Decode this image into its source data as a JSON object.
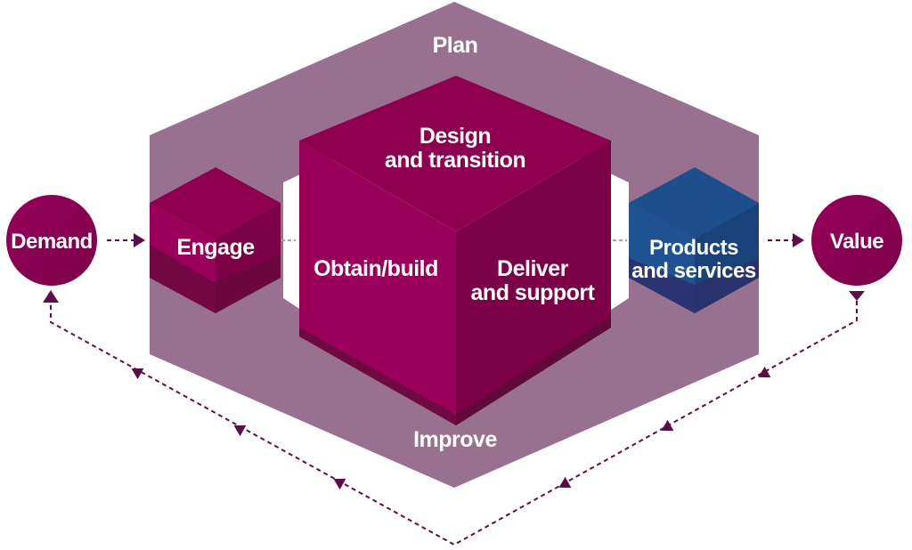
{
  "diagram": {
    "plan_label": "Plan",
    "improve_label": "Improve",
    "engage_label": "Engage",
    "design_line1": "Design",
    "design_line2": "and transition",
    "obtain_label": "Obtain/build",
    "deliver_line1": "Deliver",
    "deliver_line2": "and support",
    "products_line1": "Products",
    "products_line2": "and services",
    "demand_label": "Demand",
    "value_label": "Value"
  },
  "colors": {
    "frame": "#987090",
    "cube_top": "#8e004f",
    "cube_left": "#9a005a",
    "cube_right": "#7c0046",
    "cube_dark": "#640a3e",
    "product_blue": "#1b4a86",
    "circle": "#8e004f",
    "flow_arrow": "#5c0f47"
  }
}
